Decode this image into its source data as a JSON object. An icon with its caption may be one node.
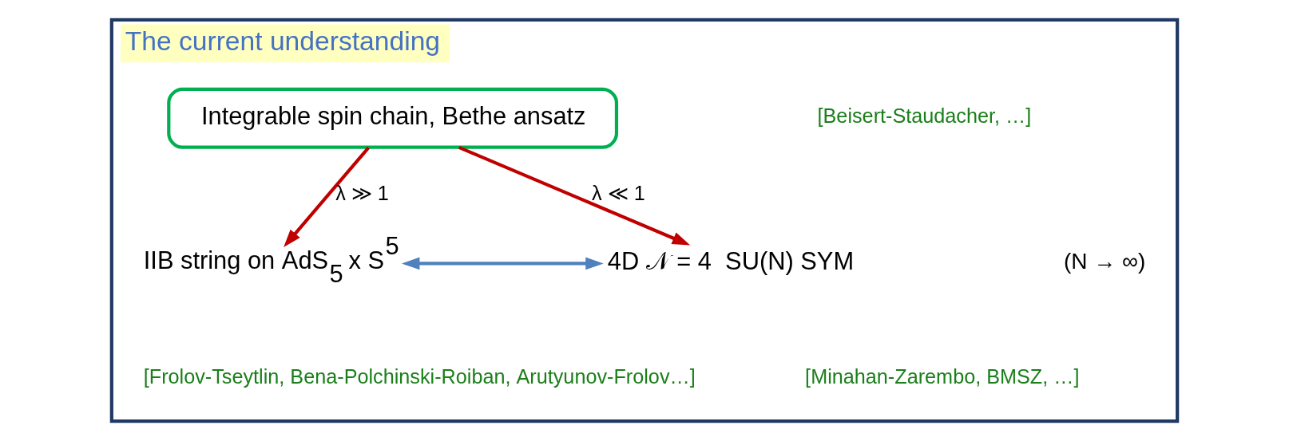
{
  "diagram": {
    "nodes": [
      {
        "text": [
          "The current understanding"
        ]
      },
      {
        "text": [
          "Integrable spin chain, Bethe ansatz"
        ],
        "in": 0
      },
      {
        "text": [
          "IIB string on AdS$_{5}$ x S$^{5}$"
        ],
        "in": 0
      },
      {
        "text": [
          "4D 𝒩 = 4  SU(N) SYM"
        ],
        "in": 0
      }
    ],
    "edges": [
      {
        "from": 1,
        "to": 2,
        "arrow": "to",
        "label": "λ ≫ 1",
        "color": "#c00000"
      },
      {
        "from": 1,
        "to": 3,
        "arrow": "to",
        "label": "λ ≪ 1",
        "color": "#c00000"
      },
      {
        "from": 2,
        "to": 3,
        "arrow": "both",
        "color": "#4f81bd"
      }
    ],
    "labels": [
      "[Beisert-Staudacher, …]",
      "(N → ∞)",
      "[Frolov-Tseytlin, Bena-Polchinski-Roiban, Arutyunov-Frolov…]",
      "[Minahan-Zarembo, BMSZ, …]"
    ]
  }
}
